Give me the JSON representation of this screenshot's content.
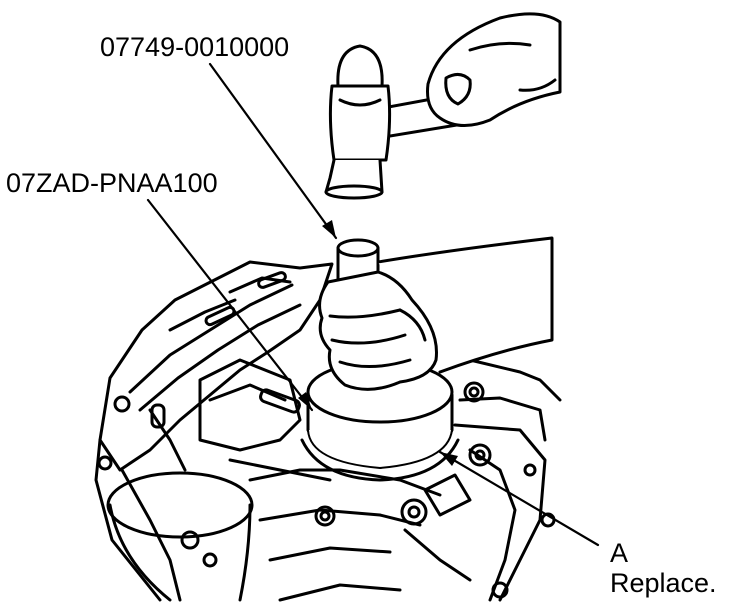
{
  "labels": {
    "tool_upper": "07749-0010000",
    "tool_lower": "07ZAD-PNAA100",
    "callout_letter": "A",
    "callout_note": "Replace."
  },
  "colors": {
    "line": "#000000",
    "background": "#ffffff"
  }
}
